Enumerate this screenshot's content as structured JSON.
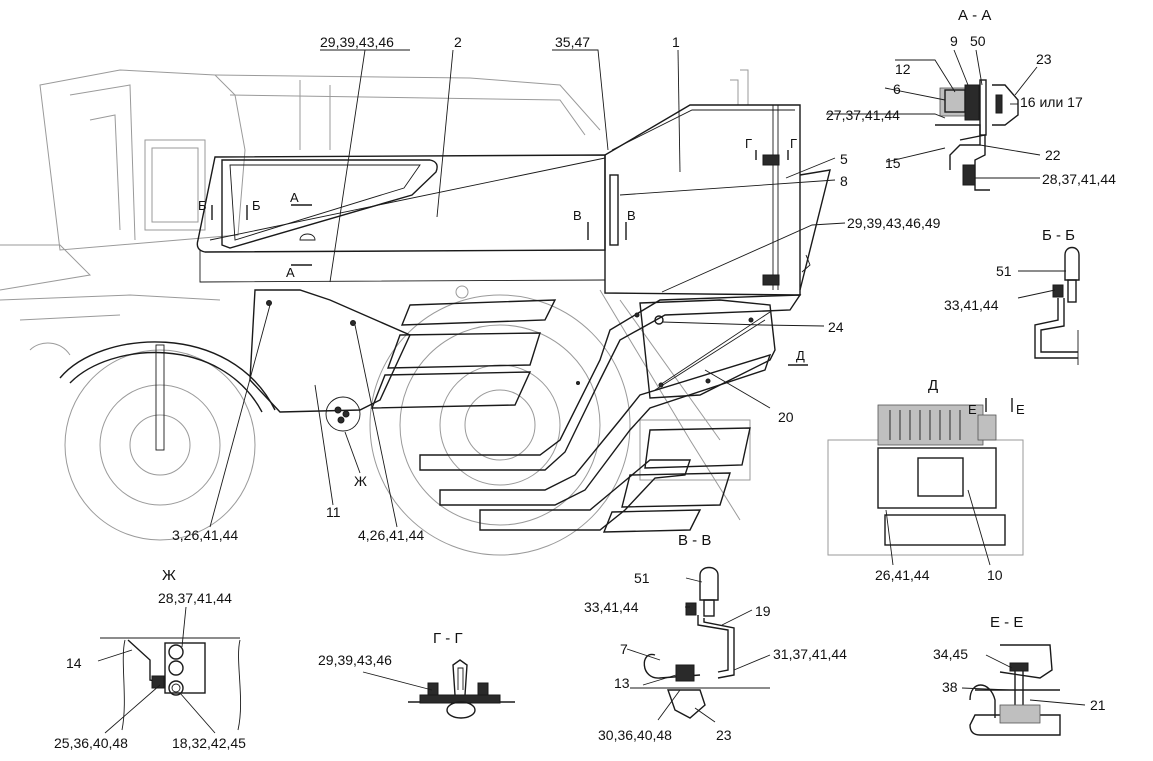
{
  "callouts": {
    "c1": "1",
    "c2": "2",
    "c5": "5",
    "c8": "8",
    "c10": "10",
    "c11": "11",
    "c20": "20",
    "c24": "24",
    "c_29_39_43_46_top": "29,39,43,46",
    "c_35_47": "35,47",
    "c_29_39_43_46_49": "29,39,43,46,49",
    "c_3_26_41_44": "3,26,41,44",
    "c_4_26_41_44": "4,26,41,44",
    "c_26_41_44": "26,41,44"
  },
  "cut_marks": {
    "a": "А",
    "b": "Б",
    "v": "В",
    "g": "Г",
    "d": "Д",
    "e": "Е"
  },
  "view_a": {
    "title": "А - А",
    "labels": [
      "9",
      "50",
      "12",
      "23",
      "6",
      "16 или 17",
      "27,37,41,44",
      "15",
      "22",
      "28,37,41,44"
    ]
  },
  "view_b": {
    "title": "Б - Б",
    "labels": [
      "51",
      "33,41,44"
    ]
  },
  "view_d": {
    "title": "Д"
  },
  "view_v": {
    "title": "В - В",
    "labels": [
      "51",
      "33,41,44",
      "19",
      "7",
      "31,37,41,44",
      "13",
      "30,36,40,48",
      "23"
    ]
  },
  "view_zh": {
    "title": "Ж",
    "labels": [
      "28,37,41,44",
      "14",
      "25,36,40,48",
      "18,32,42,45"
    ]
  },
  "view_g": {
    "title": "Г - Г",
    "labels": [
      "29,39,43,46"
    ]
  },
  "view_e": {
    "title": "Е - Е",
    "labels": [
      "34,45",
      "38",
      "21"
    ]
  }
}
